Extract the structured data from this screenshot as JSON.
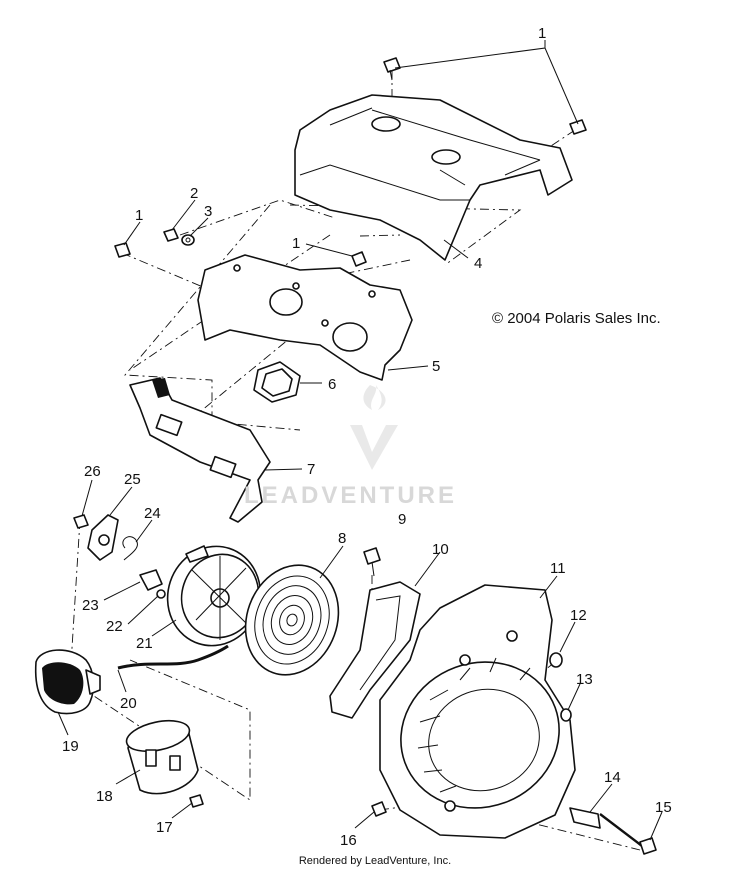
{
  "copyright": "© 2004 Polaris Sales Inc.",
  "footer": "Rendered by LeadVenture, Inc.",
  "watermark_text": "LEADVENTURE",
  "callouts": {
    "c1a": "1",
    "c1b": "1",
    "c1c": "1",
    "c2": "2",
    "c3": "3",
    "c4": "4",
    "c5": "5",
    "c6": "6",
    "c7": "7",
    "c8": "8",
    "c9": "9",
    "c10": "10",
    "c11": "11",
    "c12": "12",
    "c13": "13",
    "c14": "14",
    "c15": "15",
    "c16": "16",
    "c17": "17",
    "c18": "18",
    "c19": "19",
    "c20": "20",
    "c21": "21",
    "c22": "22",
    "c23": "23",
    "c24": "24",
    "c25": "25",
    "c26": "26"
  }
}
